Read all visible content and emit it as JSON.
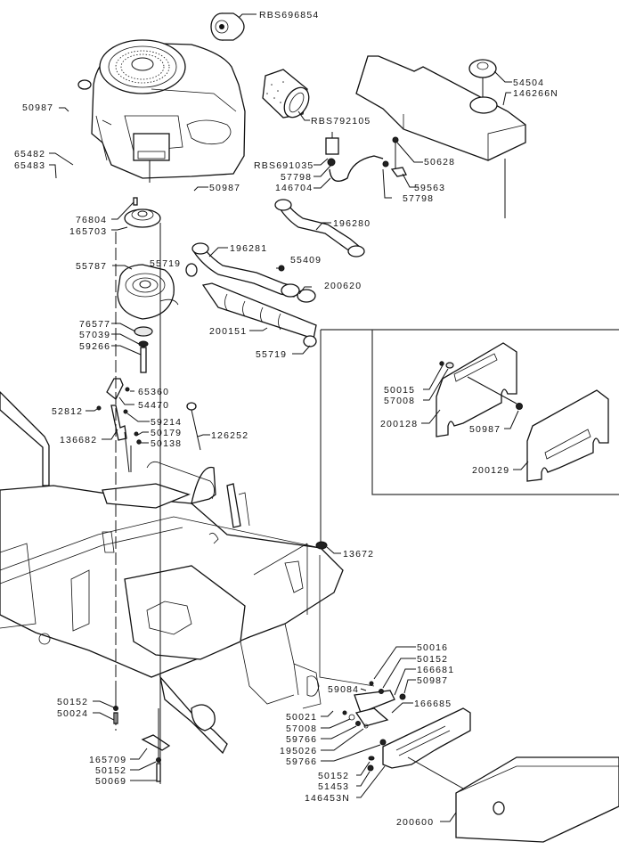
{
  "diagram": {
    "title": "Engine, Fuel Tank, Exhaust and Frame Exploded Parts Diagram",
    "callouts": [
      {
        "id": "c1",
        "part": "RBS696854",
        "component": "oil-filter"
      },
      {
        "id": "c2",
        "part": "RBS792105",
        "component": "air-filter"
      },
      {
        "id": "c3",
        "part": "54504",
        "component": "fuel-cap"
      },
      {
        "id": "c4",
        "part": "146266N",
        "component": "fuel-tank"
      },
      {
        "id": "c5",
        "part": "50987",
        "component": "nut"
      },
      {
        "id": "c6",
        "part": "RBS691035",
        "component": "fuel-filter"
      },
      {
        "id": "c7",
        "part": "57798",
        "component": "hose-clamp"
      },
      {
        "id": "c8",
        "part": "146704",
        "component": "fuel-line"
      },
      {
        "id": "c9",
        "part": "50628",
        "component": "bolt"
      },
      {
        "id": "c10",
        "part": "59563",
        "component": "fuel-valve"
      },
      {
        "id": "c11",
        "part": "57798",
        "component": "hose-clamp"
      },
      {
        "id": "c12",
        "part": "65482",
        "component": "oil-drain"
      },
      {
        "id": "c13",
        "part": "65483",
        "component": "oil-drain-plug"
      },
      {
        "id": "c14",
        "part": "50987",
        "component": "nut"
      },
      {
        "id": "c15",
        "part": "76804",
        "component": "key"
      },
      {
        "id": "c16",
        "part": "165703",
        "component": "pulley"
      },
      {
        "id": "c17",
        "part": "196280",
        "component": "exhaust-pipe-right"
      },
      {
        "id": "c18",
        "part": "196281",
        "component": "exhaust-pipe-left"
      },
      {
        "id": "c19",
        "part": "55787",
        "component": "pto-clutch"
      },
      {
        "id": "c20",
        "part": "55719",
        "component": "clamp"
      },
      {
        "id": "c21",
        "part": "55409",
        "component": "nut"
      },
      {
        "id": "c22",
        "part": "200620",
        "component": "gasket"
      },
      {
        "id": "c23",
        "part": "200151",
        "component": "heat-shield"
      },
      {
        "id": "c24",
        "part": "55719",
        "component": "clamp"
      },
      {
        "id": "c25",
        "part": "76577",
        "component": "washer"
      },
      {
        "id": "c26",
        "part": "57039",
        "component": "lock-washer"
      },
      {
        "id": "c27",
        "part": "59266",
        "component": "bolt"
      },
      {
        "id": "c28",
        "part": "65360",
        "component": "nut"
      },
      {
        "id": "c29",
        "part": "52812",
        "component": "screw"
      },
      {
        "id": "c30",
        "part": "54470",
        "component": "throttle-knob"
      },
      {
        "id": "c31",
        "part": "59214",
        "component": "screw"
      },
      {
        "id": "c32",
        "part": "136682",
        "component": "throttle-bracket"
      },
      {
        "id": "c33",
        "part": "50179",
        "component": "washer"
      },
      {
        "id": "c34",
        "part": "50138",
        "component": "nut"
      },
      {
        "id": "c35",
        "part": "126252",
        "component": "dipstick"
      },
      {
        "id": "c36",
        "part": "50015",
        "component": "screw"
      },
      {
        "id": "c37",
        "part": "57008",
        "component": "washer"
      },
      {
        "id": "c38",
        "part": "200128",
        "component": "plate"
      },
      {
        "id": "c39",
        "part": "50987",
        "component": "nut"
      },
      {
        "id": "c40",
        "part": "200129",
        "component": "plate"
      },
      {
        "id": "c41",
        "part": "13672",
        "component": "grommet"
      },
      {
        "id": "c42",
        "part": "50016",
        "component": "bolt"
      },
      {
        "id": "c43",
        "part": "50152",
        "component": "washer"
      },
      {
        "id": "c44",
        "part": "166681",
        "component": "bracket"
      },
      {
        "id": "c45",
        "part": "50987",
        "component": "nut"
      },
      {
        "id": "c46",
        "part": "59084",
        "component": "screw"
      },
      {
        "id": "c47",
        "part": "166685",
        "component": "bracket"
      },
      {
        "id": "c48",
        "part": "50021",
        "component": "bolt"
      },
      {
        "id": "c49",
        "part": "57008",
        "component": "washer"
      },
      {
        "id": "c50",
        "part": "59766",
        "component": "washer"
      },
      {
        "id": "c51",
        "part": "195026",
        "component": "spacer"
      },
      {
        "id": "c52",
        "part": "59766",
        "component": "washer"
      },
      {
        "id": "c53",
        "part": "50152",
        "component": "washer"
      },
      {
        "id": "c54",
        "part": "51453",
        "component": "nut"
      },
      {
        "id": "c55",
        "part": "146453N",
        "component": "weight-bracket"
      },
      {
        "id": "c56",
        "part": "200600",
        "component": "weight"
      },
      {
        "id": "c57",
        "part": "50152",
        "component": "washer"
      },
      {
        "id": "c58",
        "part": "50024",
        "component": "bolt"
      },
      {
        "id": "c59",
        "part": "165709",
        "component": "bracket"
      },
      {
        "id": "c60",
        "part": "50152",
        "component": "washer"
      },
      {
        "id": "c61",
        "part": "50069",
        "component": "bolt"
      }
    ]
  }
}
